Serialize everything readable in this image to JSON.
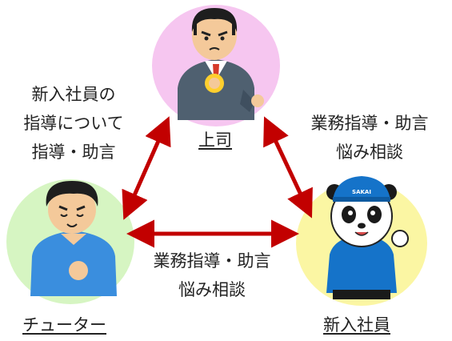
{
  "nodes": {
    "boss": {
      "label": "上司"
    },
    "tutor": {
      "label": "チューター"
    },
    "newhire": {
      "label": "新入社員",
      "cap_text": "SAKAI"
    }
  },
  "edges": {
    "tutor_boss": {
      "lines": [
        "新入社員の",
        "指導について",
        "指導・助言"
      ]
    },
    "newhire_boss": {
      "lines": [
        "業務指導・助言",
        "悩み相談"
      ]
    },
    "tutor_newhire": {
      "lines": [
        "業務指導・助言",
        "悩み相談"
      ]
    }
  },
  "colors": {
    "boss_circle": "#f6c6f0",
    "tutor_circle": "#d6f5c2",
    "newhire_circle": "#fbf6a3",
    "arrow": "#c20000",
    "suit": "#4f6070",
    "tutor_shirt": "#3a8ede",
    "uniform": "#1573c9"
  }
}
